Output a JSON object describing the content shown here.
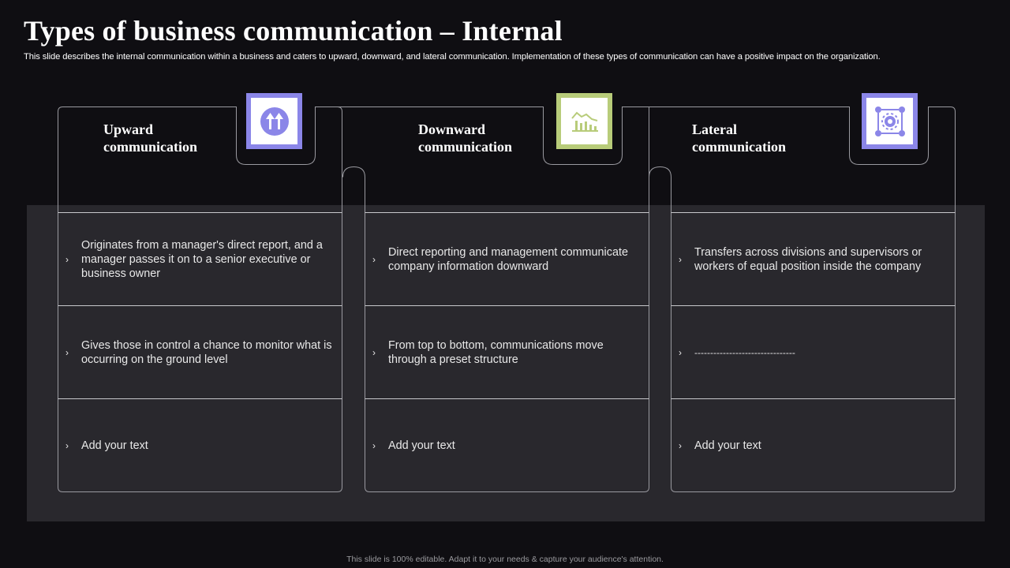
{
  "title": "Types of business communication  – Internal",
  "subtitle": "This slide describes the internal communication within a business and caters to upward, downward, and lateral communication. Implementation of these types of communication can have a positive impact on the organization.",
  "columns": [
    {
      "heading": "Upward communication",
      "icon": "arrows-up-icon",
      "icon_color": "#8b86e8",
      "items": [
        "Originates from a manager's direct report, and a manager passes it on to a senior executive or business owner",
        "Gives those in control a chance to monitor what is occurring on the ground level",
        "Add your text"
      ]
    },
    {
      "heading": "Downward communication",
      "icon": "declining-chart-icon",
      "icon_color": "#b8cc7a",
      "items": [
        "Direct reporting and management communicate company information downward",
        "From top to bottom, communications move through a preset structure",
        "Add your text"
      ]
    },
    {
      "heading": "Lateral communication",
      "icon": "network-gear-icon",
      "icon_color": "#8b86e8",
      "items": [
        "Transfers across divisions and supervisors or workers of equal position inside the company",
        "--------------------------------",
        "Add your text"
      ]
    }
  ],
  "bullet": "›",
  "footer": "This slide is 100% editable. Adapt it to your needs & capture your audience's attention."
}
